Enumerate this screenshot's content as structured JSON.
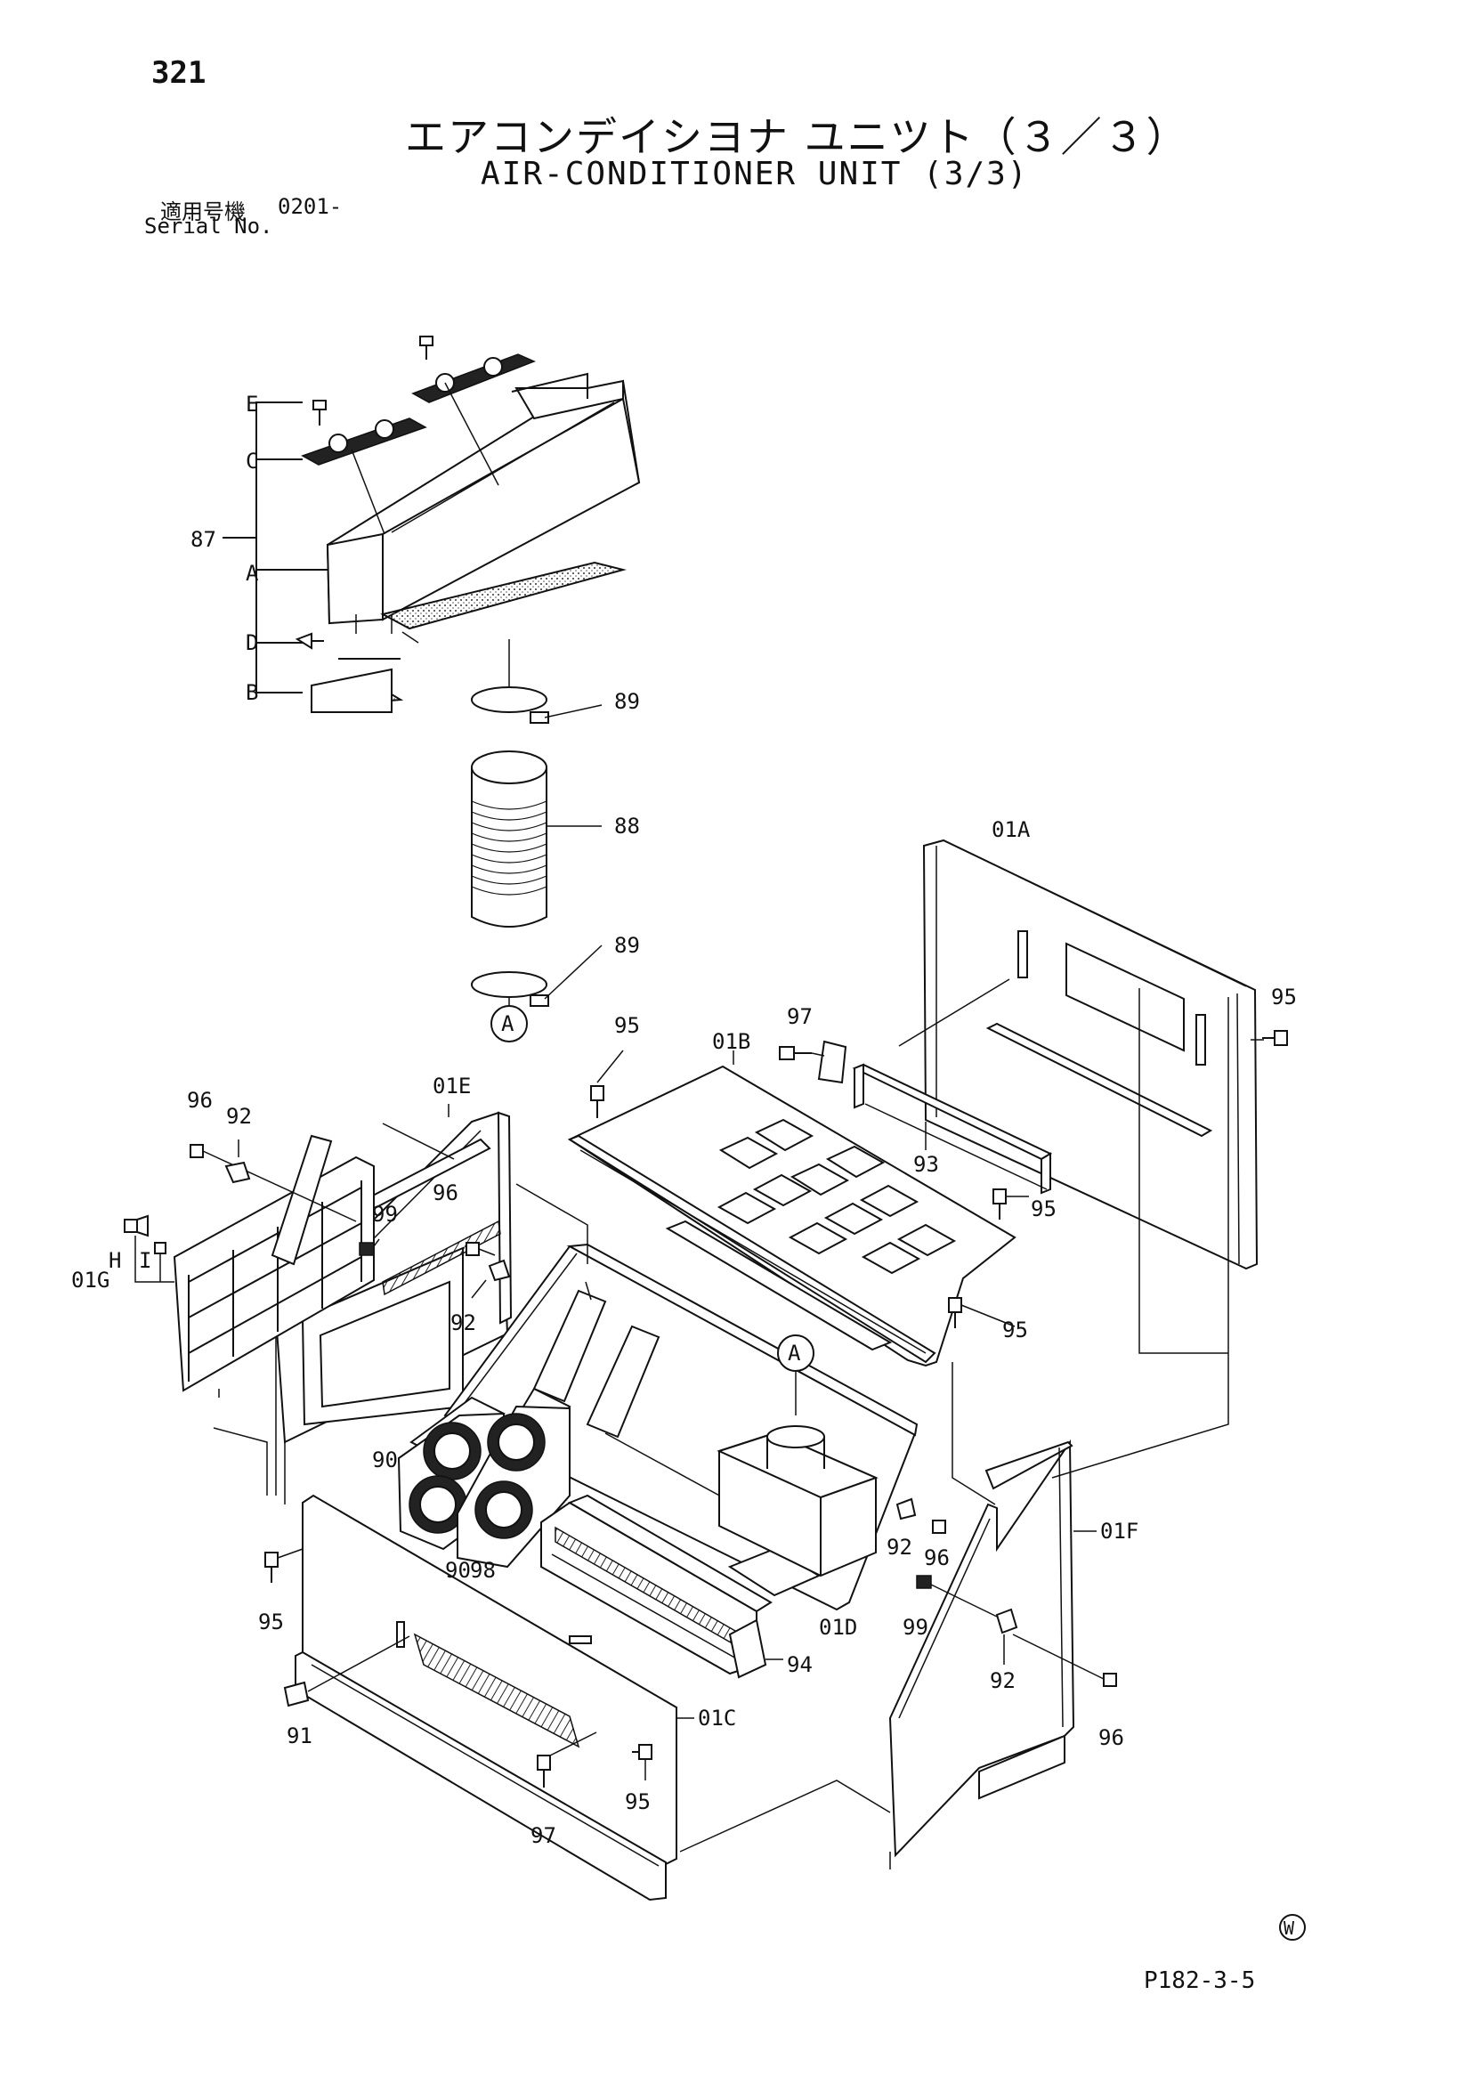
{
  "header": {
    "page_number": "321",
    "title_jp": "エアコンデイシヨナ ユニツト（３／３）",
    "title_en": "AIR-CONDITIONER UNIT (3/3)",
    "serial_label_jp": "適用号機",
    "serial_value": "0201-",
    "serial_label_en": "Serial No."
  },
  "footer": {
    "code": "P182-3-5",
    "w_mark": "W"
  },
  "labels": {
    "p87": "87",
    "subA": "A",
    "subB": "B",
    "subC": "C",
    "subD": "D",
    "subE": "E",
    "p88": "88",
    "p89_top": "89",
    "p89_bottom": "89",
    "callout_A_1": "A",
    "callout_A_2": "A",
    "p01A": "01A",
    "p01B": "01B",
    "p01C": "01C",
    "p01D": "01D",
    "p01E": "01E",
    "p01F": "01F",
    "p01G": "01G",
    "subH": "H",
    "subI": "I",
    "p90_a": "90",
    "p90_b": "90",
    "p91": "91",
    "p92_a": "92",
    "p92_b": "92",
    "p92_c": "92",
    "p92_d": "92",
    "p93": "93",
    "p94": "94",
    "p95_a": "95",
    "p95_b": "95",
    "p95_c": "95",
    "p95_d": "95",
    "p95_e": "95",
    "p95_f": "95",
    "p96_a": "96",
    "p96_b": "96",
    "p96_c": "96",
    "p96_d": "96",
    "p97_a": "97",
    "p97_b": "97",
    "p98": "98",
    "p99_a": "99",
    "p99_b": "99"
  }
}
